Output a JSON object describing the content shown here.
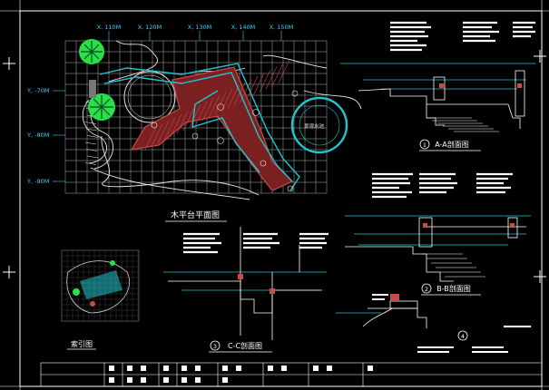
{
  "drawing": {
    "background": "#000000",
    "colors": {
      "frame": "#ffffff",
      "grid": "#e8e8e8",
      "deck": "#c94a4a",
      "path": "#24c3cf",
      "tree": "#28e04a",
      "section_line": "#35d0ff",
      "label": "#e0e0e0"
    },
    "plan_title": "木平台平面图",
    "x_coords": [
      "X, 110M",
      "X, 120M",
      "X, 130M",
      "X, 140M",
      "X, 150M"
    ],
    "y_coords": [
      "Y, -70M",
      "Y, -80M",
      "Y, -90M"
    ],
    "pond_label": "景观水池",
    "index_title": "索引图",
    "sections": [
      {
        "num": "1",
        "title": "A-A剖面图"
      },
      {
        "num": "2",
        "title": "B-B剖面图"
      },
      {
        "num": "3",
        "title": "C-C剖面图"
      },
      {
        "num": "4",
        "title": ""
      }
    ]
  }
}
